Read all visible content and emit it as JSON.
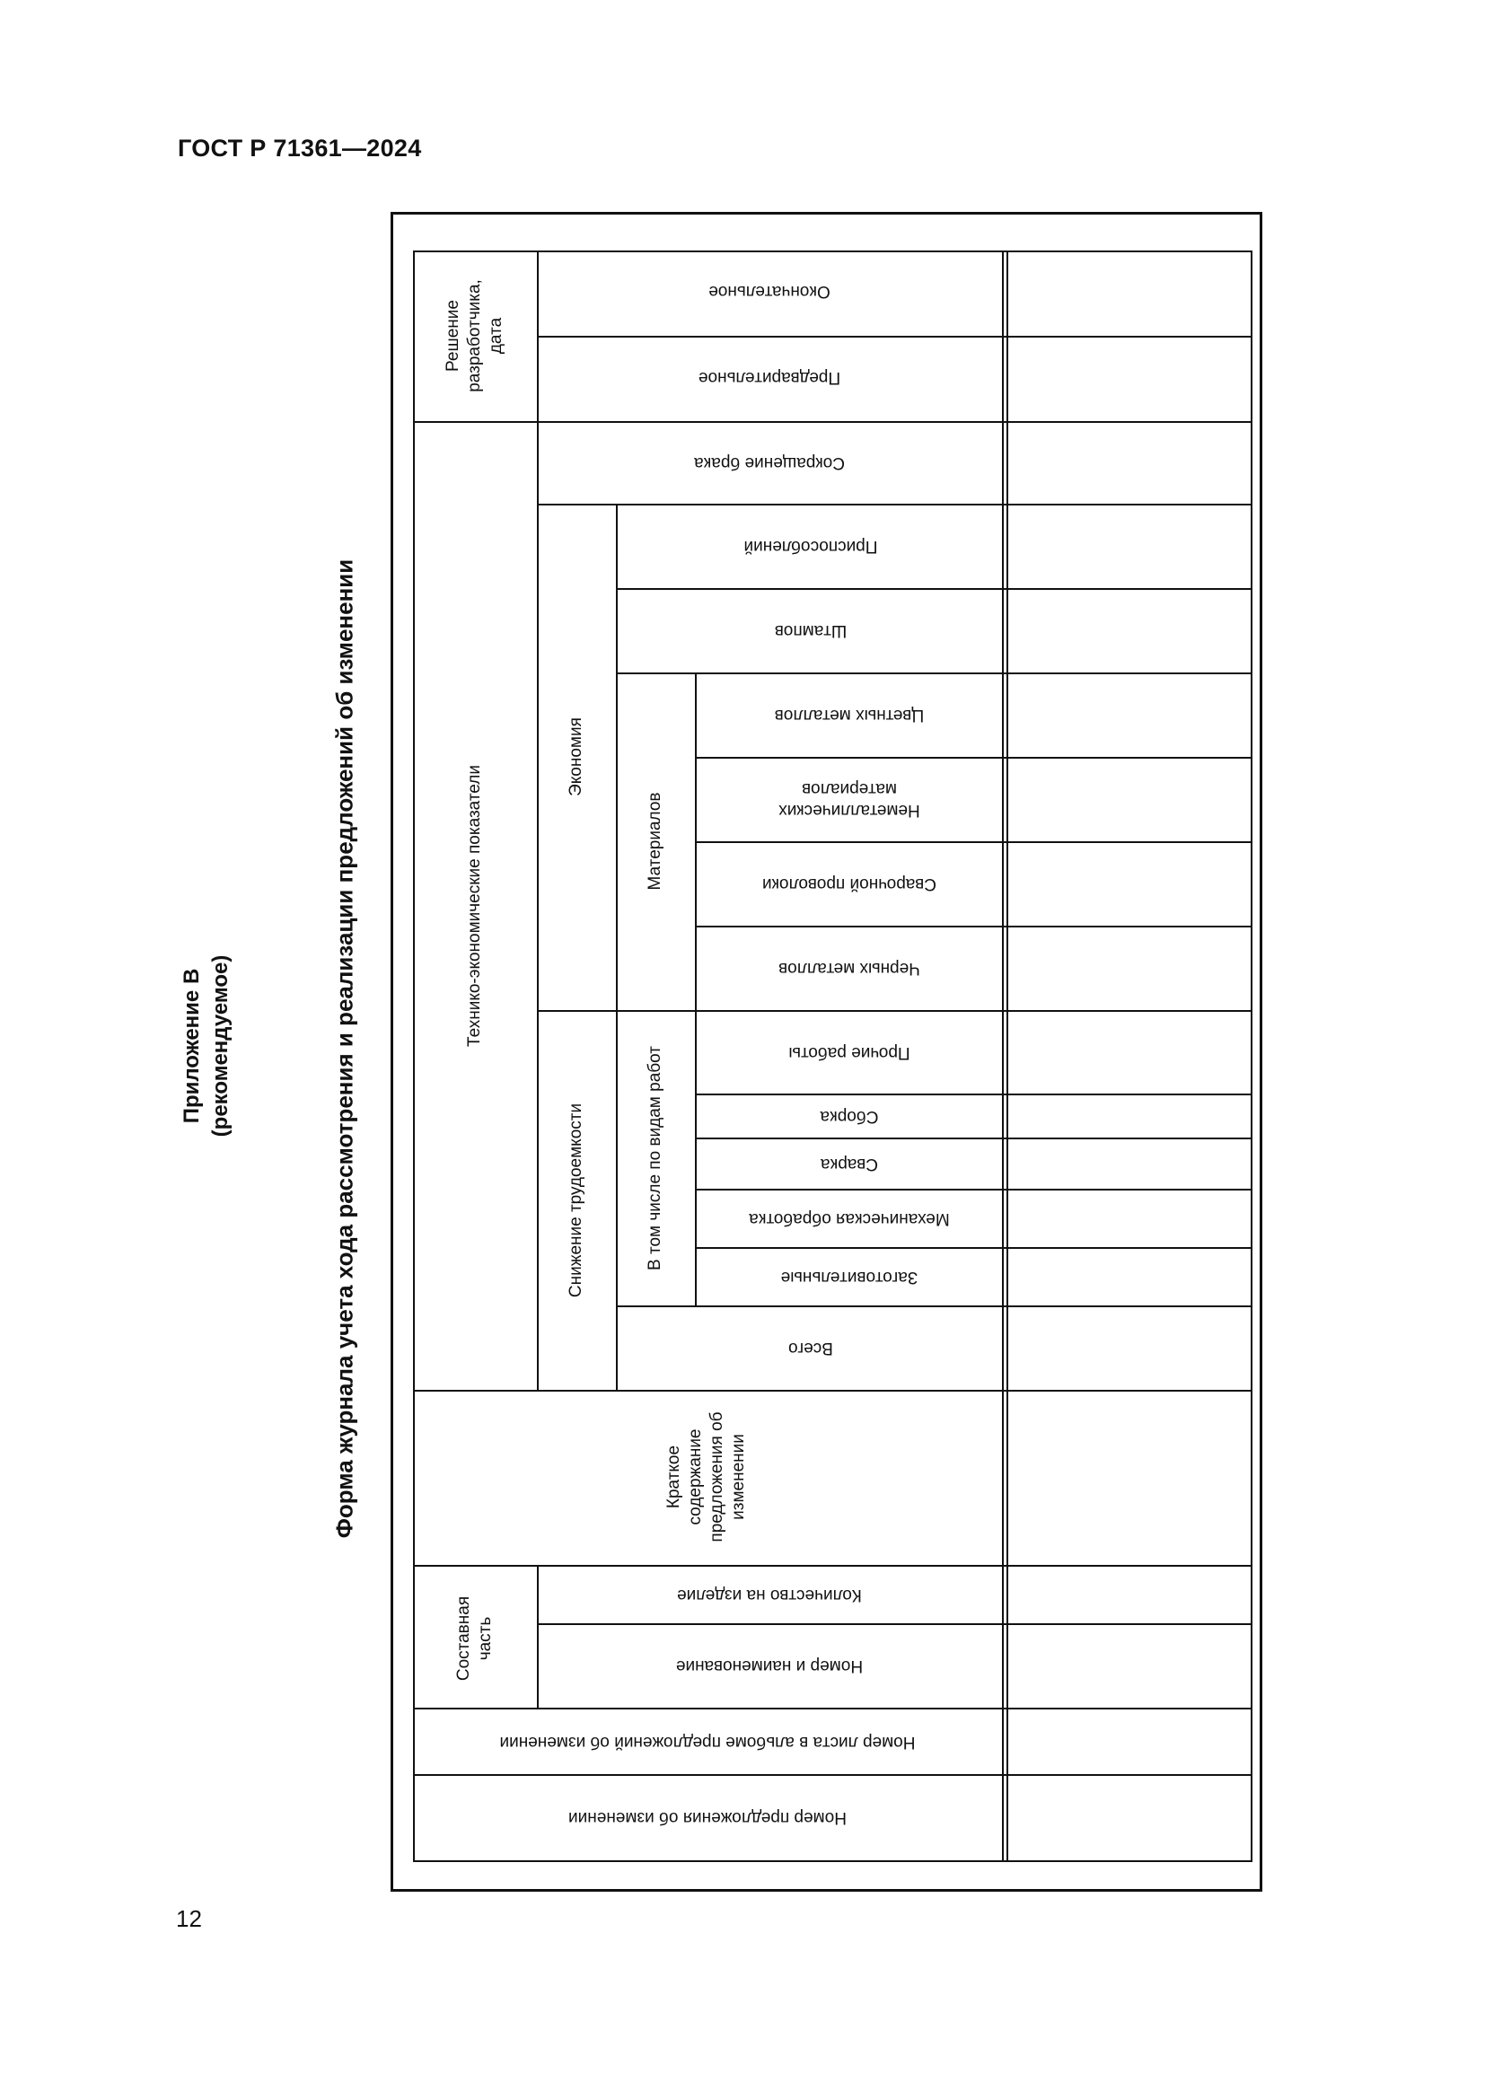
{
  "header": {
    "doc_code": "ГОСТ Р 71361—2024"
  },
  "appendix": {
    "line1": "Приложение В",
    "line2": "(рекомендуемое)"
  },
  "form_title": "Форма журнала учета хода рассмотрения и реализации предложений об изменении",
  "table": {
    "decision_group": "Решение разработчика, дата",
    "final": "Окончательное",
    "preliminary": "Предварительное",
    "indicators_group": "Технико-экономические показатели",
    "reject_reduction": "Сокращение брака",
    "economy_group": "Экономия",
    "fixtures": "Приспособлений",
    "dies": "Штампов",
    "materials_group": "Материалов",
    "nonferrous": "Цветных металлов",
    "nonmetallic": "Неметаллических материалов",
    "welding_wire": "Сварочной проволоки",
    "ferrous": "Черных металлов",
    "labor_group": "Снижение трудоемкости",
    "by_work_type": "В том числе по видам работ",
    "other_work": "Прочие работы",
    "assembly": "Сборка",
    "welding": "Сварка",
    "machining": "Механическая обработка",
    "blanking": "Заготовительные",
    "total": "Всего",
    "summary": "Краткое содержание предложения об изменении",
    "component_group": "Составная часть",
    "qty_per_product": "Количество на изделие",
    "number_and_name": "Номер и наименование",
    "album_sheet": "Номер листа в альбоме предложений об изменении",
    "proposal_number": "Номер предложения об изменении"
  },
  "footer": {
    "page_number": "12"
  }
}
